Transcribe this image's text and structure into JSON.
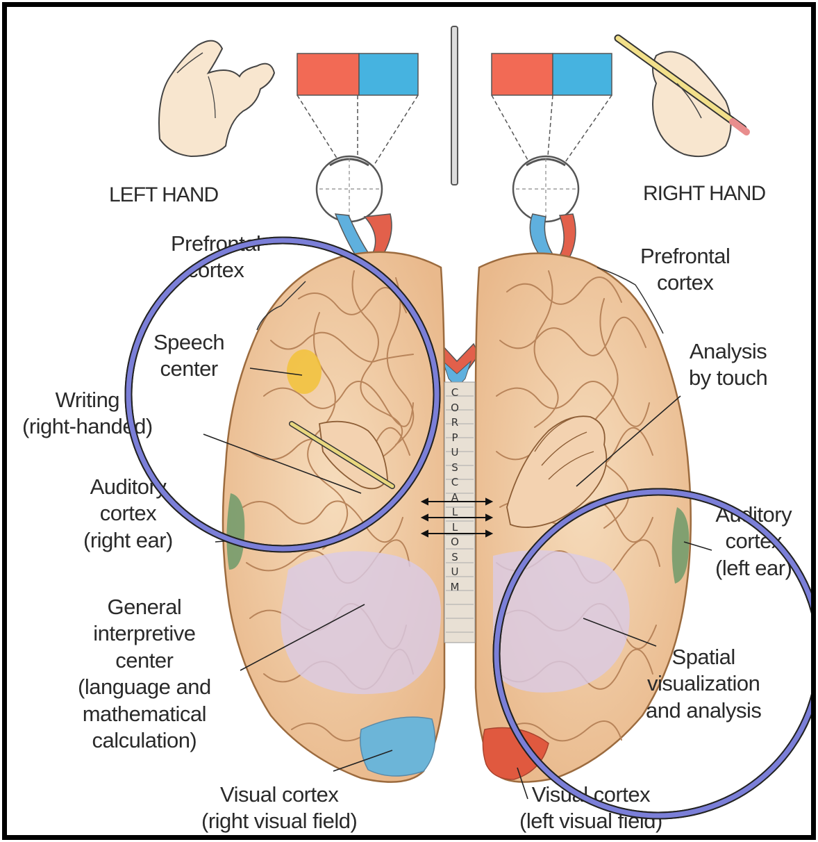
{
  "hands": {
    "left": "LEFT HAND",
    "right": "RIGHT HAND"
  },
  "labels": {
    "prefrontal_left": [
      "Prefrontal",
      "cortex"
    ],
    "prefrontal_right": [
      "Prefrontal",
      "cortex"
    ],
    "speech": [
      "Speech",
      "center"
    ],
    "writing": [
      "Writing",
      "(right-handed)"
    ],
    "auditory_left": [
      "Auditory",
      "cortex",
      "(right ear)"
    ],
    "auditory_right": [
      "Auditory",
      "cortex",
      "(left ear)"
    ],
    "analysis_touch": [
      "Analysis",
      "by touch"
    ],
    "general": [
      "General",
      "interpretive",
      "center",
      "(language and",
      "mathematical",
      "calculation)"
    ],
    "spatial": [
      "Spatial",
      "visualization",
      "and analysis"
    ],
    "visual_left": [
      "Visual cortex",
      "(right visual field)"
    ],
    "visual_right": [
      "Visual cortex",
      "(left visual field)"
    ]
  },
  "corpus_callosum_letters": [
    "C",
    "O",
    "R",
    "P",
    "U",
    "S",
    "C",
    "A",
    "L",
    "L",
    "O",
    "S",
    "U",
    "M"
  ],
  "colors": {
    "brain": "#f3cfa8",
    "brain_outline": "#b07a4a",
    "highlight_circle": "#7b7fd8",
    "red_field": "#f26a55",
    "blue_field": "#46b3e0",
    "speech_yellow": "#f2c23a",
    "auditory_green": "#6e9a6a",
    "interpretive_lavender": "#d9cbe6",
    "visual_blue": "#6cb5d8",
    "visual_red": "#e0593f"
  },
  "icons": [
    "left-hand-icon",
    "right-hand-pencil-icon",
    "left-eye-icon",
    "right-eye-icon",
    "brain-icon"
  ]
}
